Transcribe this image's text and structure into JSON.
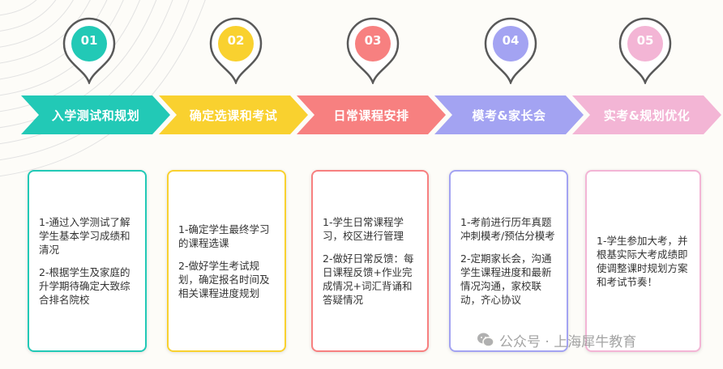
{
  "steps": [
    {
      "number": "01",
      "title": "入学测试和规划",
      "color": "#22c9b6",
      "lines": [
        "1-通过入学测试了解学生基本学习成绩和清况",
        "2-根据学生及家庭的升学期待确定大致综合排名院校"
      ]
    },
    {
      "number": "02",
      "title": "确定选课和考试",
      "color": "#f9d12f",
      "lines": [
        "1-确定学生最终学习的课程选课",
        "2-做好学生考试规划，确定报名时间及相关课程进度规划"
      ]
    },
    {
      "number": "03",
      "title": "日常课程安排",
      "color": "#f78080",
      "lines": [
        "1-学生日常课程学习，校区进行管理",
        "2-做好日常反馈：每日课程反馈+作业完成情况+词汇背诵和答疑情况"
      ]
    },
    {
      "number": "04",
      "title": "模考&家长会",
      "color": "#a3a3f2",
      "lines": [
        "1-考前进行历年真题冲刺模考/预估分模考",
        "2-定期家长会，沟通学生课程进度和最新情况沟通，家校联动，齐心协议"
      ]
    },
    {
      "number": "05",
      "title": "实考&规划优化",
      "color": "#f3b5d5",
      "lines": [
        "1-学生参加大考，并根基实际大考成绩即使调整课时规划方案和考试节奏！"
      ]
    }
  ],
  "watermark": {
    "icon": "wechat-icon",
    "text": "公众号 · 上海犀牛教育"
  }
}
